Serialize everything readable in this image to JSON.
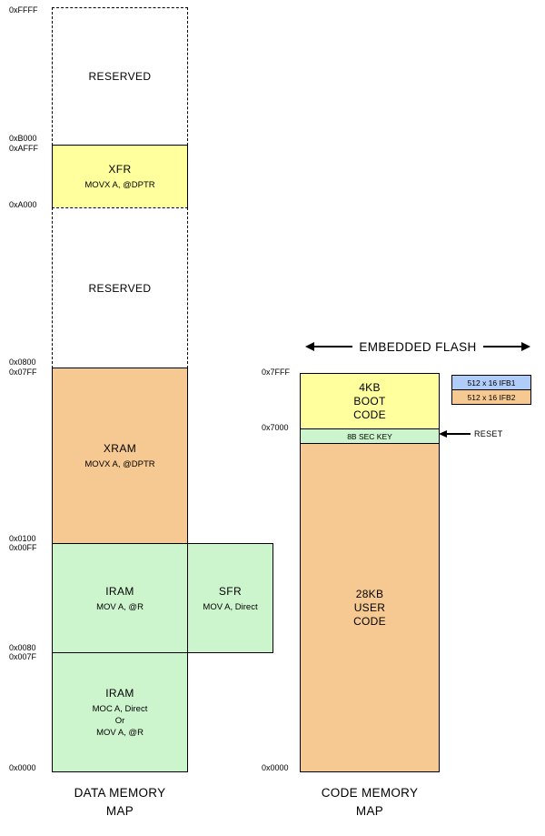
{
  "data_memory": {
    "title": {
      "line1": "DATA MEMORY",
      "line2": "MAP"
    },
    "addresses": {
      "ffff": "0xFFFF",
      "b000": "0xB000",
      "afff": "0xAFFF",
      "a000": "0xA000",
      "h0800": "0x0800",
      "h07ff": "0x07FF",
      "h0100": "0x0100",
      "h00ff": "0x00FF",
      "h0080": "0x0080",
      "h007f": "0x007F",
      "h0000": "0x0000"
    },
    "blocks": {
      "reserved_top": {
        "label": "RESERVED"
      },
      "xfr": {
        "label": "XFR",
        "sub": "MOVX A, @DPTR"
      },
      "reserved_mid": {
        "label": "RESERVED"
      },
      "xram": {
        "label": "XRAM",
        "sub": "MOVX A, @DPTR"
      },
      "iram_upper": {
        "label": "IRAM",
        "sub": "MOV A, @R"
      },
      "sfr": {
        "label": "SFR",
        "sub": "MOV A, Direct"
      },
      "iram_lower": {
        "label": "IRAM",
        "sub_line1": "MOC A, Direct",
        "sub_line2": "Or",
        "sub_line3": "MOV A, @R"
      }
    }
  },
  "code_memory": {
    "title": {
      "line1": "CODE MEMORY",
      "line2": "MAP"
    },
    "flash_banner": "EMBEDDED FLASH",
    "addresses": {
      "h7fff": "0x7FFF",
      "h7000": "0x7000",
      "h0000": "0x0000"
    },
    "blocks": {
      "boot_code": {
        "line1": "4KB",
        "line2": "BOOT",
        "line3": "CODE"
      },
      "sec_key": {
        "label": "8B SEC KEY"
      },
      "user_code": {
        "line1": "28KB",
        "line2": "USER",
        "line3": "CODE"
      }
    },
    "reset_label": "RESET",
    "legend": [
      {
        "label": "512 x 16 IFB1",
        "color": "#b0ccf8"
      },
      {
        "label": "512 x 16 IFB2",
        "color": "#f7c992"
      }
    ]
  },
  "colors": {
    "reserved_fill": "#ffffff",
    "xfr_fill": "#ffff9e",
    "xram_fill": "#f7c992",
    "iram_fill": "#cdf5cd",
    "sfr_fill": "#cdf5cd",
    "boot_fill": "#ffff9e",
    "seckey_fill": "#cdf5cd",
    "user_fill": "#f7c992",
    "border": "#000000"
  }
}
